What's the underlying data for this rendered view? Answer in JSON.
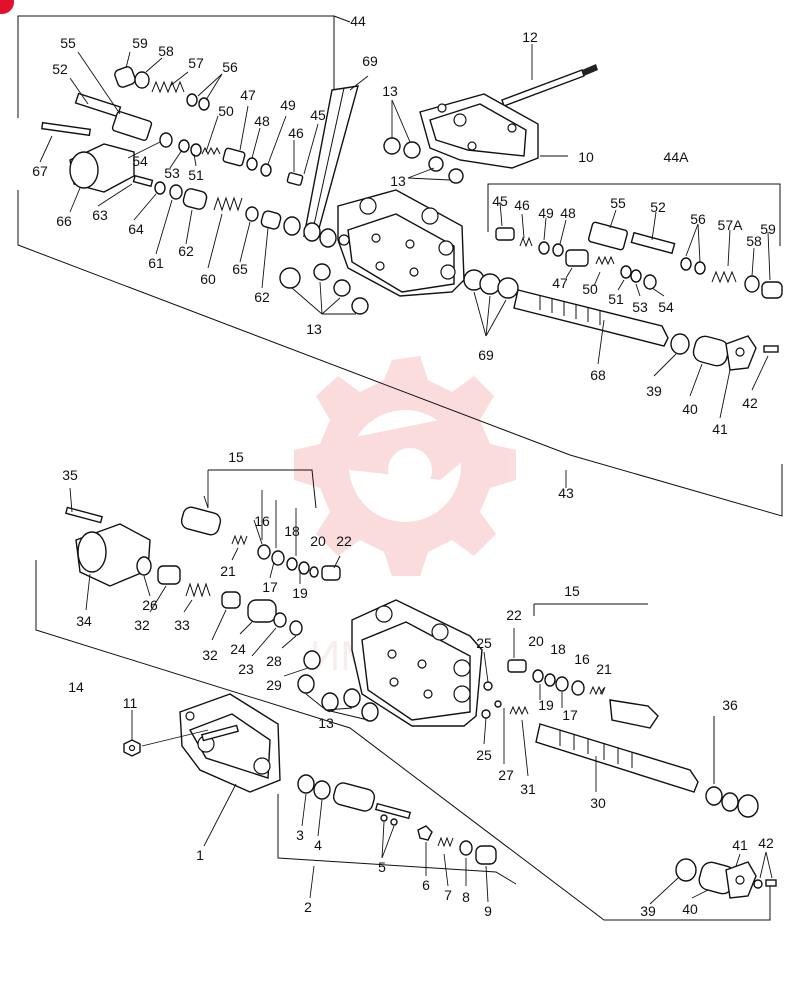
{
  "labels": [
    {
      "id": "44-top",
      "text": "44"
    },
    {
      "id": "12",
      "text": "12"
    },
    {
      "id": "59-a",
      "text": "59"
    },
    {
      "id": "55-a",
      "text": "55"
    },
    {
      "id": "58-a",
      "text": "58"
    },
    {
      "id": "57",
      "text": "57"
    },
    {
      "id": "56-a",
      "text": "56"
    },
    {
      "id": "52-a",
      "text": "52"
    },
    {
      "id": "69-a",
      "text": "69"
    },
    {
      "id": "13-a",
      "text": "13"
    },
    {
      "id": "10",
      "text": "10"
    },
    {
      "id": "47-a",
      "text": "47"
    },
    {
      "id": "49-a",
      "text": "49"
    },
    {
      "id": "50-a",
      "text": "50"
    },
    {
      "id": "48-a",
      "text": "48"
    },
    {
      "id": "45-a",
      "text": "45"
    },
    {
      "id": "46-a",
      "text": "46"
    },
    {
      "id": "67",
      "text": "67"
    },
    {
      "id": "54-a",
      "text": "54"
    },
    {
      "id": "53-a",
      "text": "53"
    },
    {
      "id": "51-a",
      "text": "51"
    },
    {
      "id": "13-b",
      "text": "13"
    },
    {
      "id": "44A",
      "text": "44A"
    },
    {
      "id": "66",
      "text": "66"
    },
    {
      "id": "63",
      "text": "63"
    },
    {
      "id": "64",
      "text": "64"
    },
    {
      "id": "61",
      "text": "61"
    },
    {
      "id": "62-a",
      "text": "62"
    },
    {
      "id": "60",
      "text": "60"
    },
    {
      "id": "65",
      "text": "65"
    },
    {
      "id": "62-b",
      "text": "62"
    },
    {
      "id": "45-b",
      "text": "45"
    },
    {
      "id": "46-b",
      "text": "46"
    },
    {
      "id": "49-b",
      "text": "49"
    },
    {
      "id": "48-b",
      "text": "48"
    },
    {
      "id": "55-b",
      "text": "55"
    },
    {
      "id": "52-b",
      "text": "52"
    },
    {
      "id": "56-b",
      "text": "56"
    },
    {
      "id": "57A",
      "text": "57A"
    },
    {
      "id": "58-b",
      "text": "58"
    },
    {
      "id": "59-b",
      "text": "59"
    },
    {
      "id": "47-b",
      "text": "47"
    },
    {
      "id": "50-b",
      "text": "50"
    },
    {
      "id": "51-b",
      "text": "51"
    },
    {
      "id": "53-b",
      "text": "53"
    },
    {
      "id": "54-b",
      "text": "54"
    },
    {
      "id": "13-c",
      "text": "13"
    },
    {
      "id": "69-b",
      "text": "69"
    },
    {
      "id": "68",
      "text": "68"
    },
    {
      "id": "39-a",
      "text": "39"
    },
    {
      "id": "40-a",
      "text": "40"
    },
    {
      "id": "41-a",
      "text": "41"
    },
    {
      "id": "42-a",
      "text": "42"
    },
    {
      "id": "43",
      "text": "43"
    },
    {
      "id": "15-a",
      "text": "15"
    },
    {
      "id": "35",
      "text": "35"
    },
    {
      "id": "16-a",
      "text": "16"
    },
    {
      "id": "18-a",
      "text": "18"
    },
    {
      "id": "20-a",
      "text": "20"
    },
    {
      "id": "22-a",
      "text": "22"
    },
    {
      "id": "21-a",
      "text": "21"
    },
    {
      "id": "17-a",
      "text": "17"
    },
    {
      "id": "19-a",
      "text": "19"
    },
    {
      "id": "26",
      "text": "26"
    },
    {
      "id": "34",
      "text": "34"
    },
    {
      "id": "32-a",
      "text": "32"
    },
    {
      "id": "33",
      "text": "33"
    },
    {
      "id": "32-b",
      "text": "32"
    },
    {
      "id": "24",
      "text": "24"
    },
    {
      "id": "23",
      "text": "23"
    },
    {
      "id": "28",
      "text": "28"
    },
    {
      "id": "29",
      "text": "29"
    },
    {
      "id": "14",
      "text": "14"
    },
    {
      "id": "13-d",
      "text": "13"
    },
    {
      "id": "15-b",
      "text": "15"
    },
    {
      "id": "22-b",
      "text": "22"
    },
    {
      "id": "20-b",
      "text": "20"
    },
    {
      "id": "18-b",
      "text": "18"
    },
    {
      "id": "16-b",
      "text": "16"
    },
    {
      "id": "21-b",
      "text": "21"
    },
    {
      "id": "25-a",
      "text": "25"
    },
    {
      "id": "19-b",
      "text": "19"
    },
    {
      "id": "17-b",
      "text": "17"
    },
    {
      "id": "11",
      "text": "11"
    },
    {
      "id": "25-b",
      "text": "25"
    },
    {
      "id": "27",
      "text": "27"
    },
    {
      "id": "31",
      "text": "31"
    },
    {
      "id": "30",
      "text": "30"
    },
    {
      "id": "36",
      "text": "36"
    },
    {
      "id": "3",
      "text": "3"
    },
    {
      "id": "4",
      "text": "4"
    },
    {
      "id": "5",
      "text": "5"
    },
    {
      "id": "6",
      "text": "6"
    },
    {
      "id": "7",
      "text": "7"
    },
    {
      "id": "8",
      "text": "8"
    },
    {
      "id": "9",
      "text": "9"
    },
    {
      "id": "1",
      "text": "1"
    },
    {
      "id": "2",
      "text": "2"
    },
    {
      "id": "41-b",
      "text": "41"
    },
    {
      "id": "42-b",
      "text": "42"
    },
    {
      "id": "39-b",
      "text": "39"
    },
    {
      "id": "40-b",
      "text": "40"
    }
  ],
  "colors": {
    "ink": "#111111",
    "watermark": "#f6b3b3",
    "badge": "#e0112b"
  },
  "watermark_text": "ИМПЕХ"
}
